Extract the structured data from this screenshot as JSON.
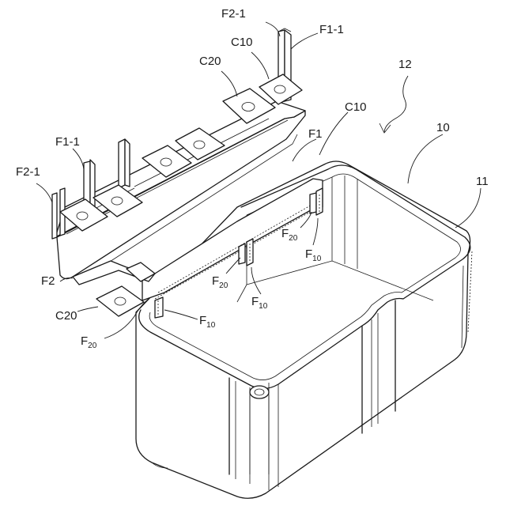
{
  "labels": {
    "f2_1_top": "F2-1",
    "f1_1_top": "F1-1",
    "c10_top": "C10",
    "c20_top": "C20",
    "ref_12": "12",
    "c10_mid": "C10",
    "f1": "F1",
    "ref_10": "10",
    "ref_11": "11",
    "f1_1_left": "F1-1",
    "f2_1_left": "F2-1",
    "f20_a": {
      "main": "F",
      "sub": "20"
    },
    "f10_a": {
      "main": "F",
      "sub": "10"
    },
    "f20_b": {
      "main": "F",
      "sub": "20"
    },
    "f10_b": {
      "main": "F",
      "sub": "10"
    },
    "f2": "F2",
    "c20_left": "C20",
    "f10_c": {
      "main": "F",
      "sub": "10"
    },
    "f20_c": {
      "main": "F",
      "sub": "20"
    }
  }
}
